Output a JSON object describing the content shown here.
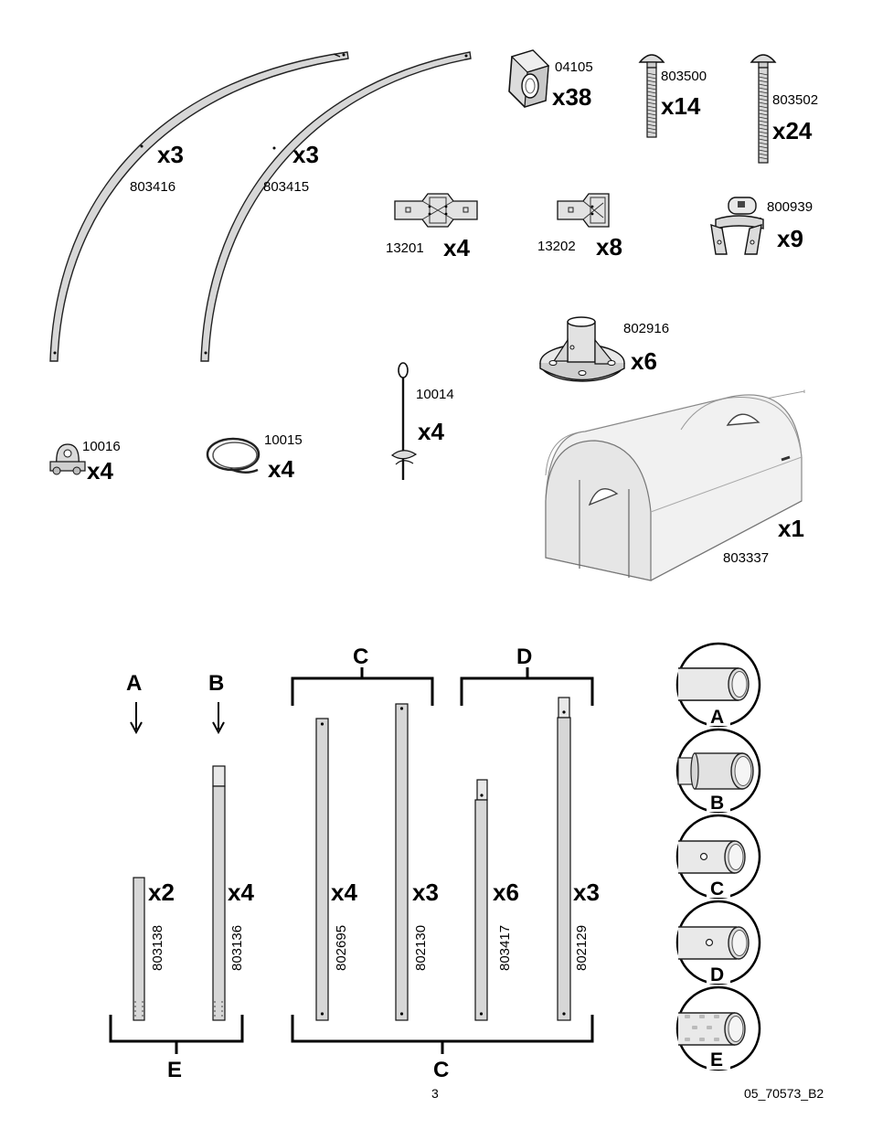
{
  "page_number": "3",
  "doc_code": "05_70573_B2",
  "hardware": [
    {
      "id": "arc1",
      "code": "803416",
      "qty": "x3",
      "icon": "curved-arc-pole"
    },
    {
      "id": "arc2",
      "code": "803415",
      "qty": "x3",
      "icon": "curved-arc-pole"
    },
    {
      "id": "nut",
      "code": "04105",
      "qty": "x38",
      "icon": "hex-nut"
    },
    {
      "id": "bolt1",
      "code": "803500",
      "qty": "x14",
      "icon": "carriage-bolt"
    },
    {
      "id": "bolt2",
      "code": "803502",
      "qty": "x24",
      "icon": "long-carriage-bolt"
    },
    {
      "id": "conn1",
      "code": "13201",
      "qty": "x4",
      "icon": "cross-connector-plate"
    },
    {
      "id": "conn2",
      "code": "13202",
      "qty": "x8",
      "icon": "end-connector-plate"
    },
    {
      "id": "clamp",
      "code": "800939",
      "qty": "x9",
      "icon": "pipe-clamp"
    },
    {
      "id": "base",
      "code": "802916",
      "qty": "x6",
      "icon": "base-plate"
    },
    {
      "id": "anchor",
      "code": "10014",
      "qty": "x4",
      "icon": "ground-anchor"
    },
    {
      "id": "wireclip",
      "code": "10016",
      "qty": "x4",
      "icon": "wire-rope-clip"
    },
    {
      "id": "cable",
      "code": "10015",
      "qty": "x4",
      "icon": "steel-cable"
    },
    {
      "id": "cover",
      "code": "803337",
      "qty": "x1",
      "icon": "greenhouse-cover"
    }
  ],
  "tubes": [
    {
      "code": "803138",
      "qty": "x2"
    },
    {
      "code": "803136",
      "qty": "x4"
    },
    {
      "code": "802695",
      "qty": "x4"
    },
    {
      "code": "802130",
      "qty": "x3"
    },
    {
      "code": "803417",
      "qty": "x6"
    },
    {
      "code": "802129",
      "qty": "x3"
    }
  ],
  "group_labels": {
    "a": "A",
    "b": "B",
    "c_top": "C",
    "d_top": "D",
    "e_bottom": "E",
    "c_bottom": "C"
  },
  "details": [
    "A",
    "B",
    "C",
    "D",
    "E"
  ]
}
